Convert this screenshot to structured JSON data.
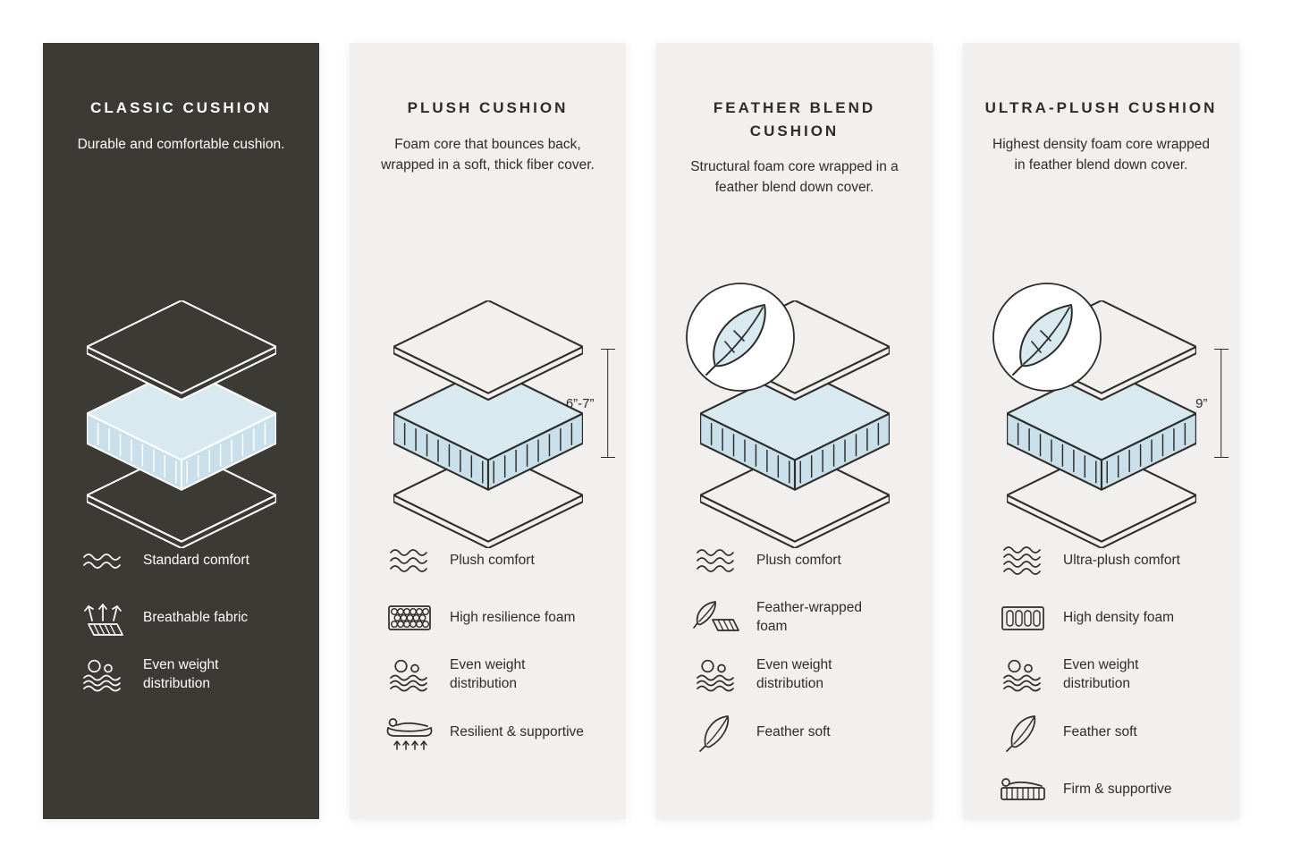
{
  "colors": {
    "background": "#ffffff",
    "dark_panel": "#3b3a35",
    "light_panel": "#f1f0ee",
    "line_dark": "#2d2c29",
    "line_on_dark": "#ffffff",
    "foam_blue_top": "#d8e9f0",
    "foam_blue_side": "#c9e0ea"
  },
  "cards": [
    {
      "title": "CLASSIC CUSHION",
      "description": "Durable and comfortable cushion.",
      "illustration": "layered-cushion",
      "features": [
        {
          "icon": "waves-icon",
          "label": "Standard comfort"
        },
        {
          "icon": "breathable-arrows-icon",
          "label": "Breathable fabric"
        },
        {
          "icon": "even-weight-icon",
          "label": "Even weight distribution"
        }
      ]
    },
    {
      "title": "PLUSH CUSHION",
      "description": "Foam core that bounces back, wrapped in a soft, thick fiber cover.",
      "illustration": "layered-cushion",
      "measurement": "6”-7”",
      "features": [
        {
          "icon": "waves-icon",
          "label": "Plush comfort"
        },
        {
          "icon": "resilience-foam-icon",
          "label": "High resilience foam"
        },
        {
          "icon": "even-weight-icon",
          "label": "Even weight distribution"
        },
        {
          "icon": "resilient-supportive-icon",
          "label": "Resilient & supportive"
        }
      ]
    },
    {
      "title": "FEATHER BLEND CUSHION",
      "description": "Structural foam core wrapped in a feather blend down cover.",
      "illustration": "layered-cushion-with-feather-badge",
      "features": [
        {
          "icon": "waves-icon",
          "label": "Plush comfort"
        },
        {
          "icon": "feather-wrapped-foam-icon",
          "label": "Feather-wrapped foam"
        },
        {
          "icon": "even-weight-icon",
          "label": "Even weight distribution"
        },
        {
          "icon": "feather-icon",
          "label": "Feather soft"
        }
      ]
    },
    {
      "title": "ULTRA-PLUSH CUSHION",
      "description": "Highest density foam core wrapped in feather blend down cover.",
      "illustration": "layered-cushion-with-feather-badge",
      "measurement": "9”",
      "features": [
        {
          "icon": "waves-icon",
          "label": "Ultra-plush comfort"
        },
        {
          "icon": "high-density-foam-icon",
          "label": "High density foam"
        },
        {
          "icon": "even-weight-icon",
          "label": "Even weight distribution"
        },
        {
          "icon": "feather-icon",
          "label": "Feather soft"
        },
        {
          "icon": "firm-supportive-icon",
          "label": "Firm & supportive"
        }
      ]
    }
  ]
}
